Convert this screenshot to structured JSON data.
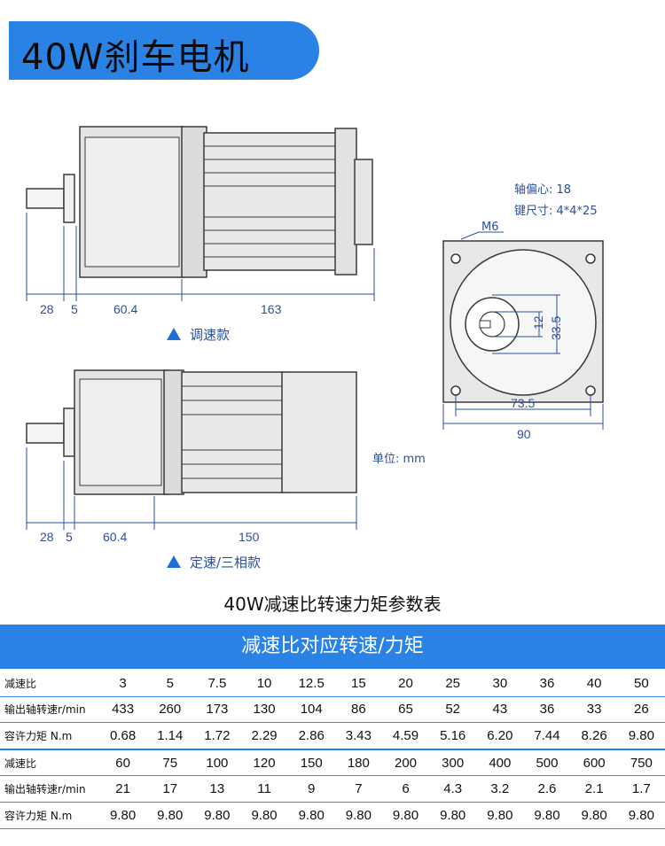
{
  "header": {
    "title": "40W刹车电机"
  },
  "drawing_top": {
    "dims": {
      "d1": "28",
      "d2": "5",
      "d3": "60.4",
      "d4": "163"
    },
    "caption": "调速款"
  },
  "drawing_bottom": {
    "dims": {
      "d1": "28",
      "d2": "5",
      "d3": "60.4",
      "d4": "150"
    },
    "caption": "定速/三相款"
  },
  "flange": {
    "shaft_offset": "轴偏心: 18",
    "key_size": "键尺寸: 4*4*25",
    "hole_label": "M6",
    "dim_12": "12",
    "dim_33_5": "33.5",
    "dim_73_5": "73.5",
    "dim_90": "90"
  },
  "unit_note": "单位: mm",
  "table": {
    "title": "40W减速比转速力矩参数表",
    "band": "减速比对应转速/力矩",
    "rows": [
      {
        "label": "减速比",
        "values": [
          "3",
          "5",
          "7.5",
          "10",
          "12.5",
          "15",
          "20",
          "25",
          "30",
          "36",
          "40",
          "50"
        ]
      },
      {
        "label": "输出轴转速r/min",
        "values": [
          "433",
          "260",
          "173",
          "130",
          "104",
          "86",
          "65",
          "52",
          "43",
          "36",
          "33",
          "26"
        ]
      },
      {
        "label": "容许力矩 N.m",
        "values": [
          "0.68",
          "1.14",
          "1.72",
          "2.29",
          "2.86",
          "3.43",
          "4.59",
          "5.16",
          "6.20",
          "7.44",
          "8.26",
          "9.80"
        ]
      },
      {
        "label": "减速比",
        "values": [
          "60",
          "75",
          "100",
          "120",
          "150",
          "180",
          "200",
          "300",
          "400",
          "500",
          "600",
          "750"
        ]
      },
      {
        "label": "输出轴转速r/min",
        "values": [
          "21",
          "17",
          "13",
          "11",
          "9",
          "7",
          "6",
          "4.3",
          "3.2",
          "2.6",
          "2.1",
          "1.7"
        ]
      },
      {
        "label": "容许力矩 N.m",
        "values": [
          "9.80",
          "9.80",
          "9.80",
          "9.80",
          "9.80",
          "9.80",
          "9.80",
          "9.80",
          "9.80",
          "9.80",
          "9.80",
          "9.80"
        ]
      }
    ]
  },
  "colors": {
    "accent": "#2a82e4",
    "dimension": "#2a4fa0",
    "motor_body": "#e9e9e9",
    "outline": "#3a3a3a"
  }
}
